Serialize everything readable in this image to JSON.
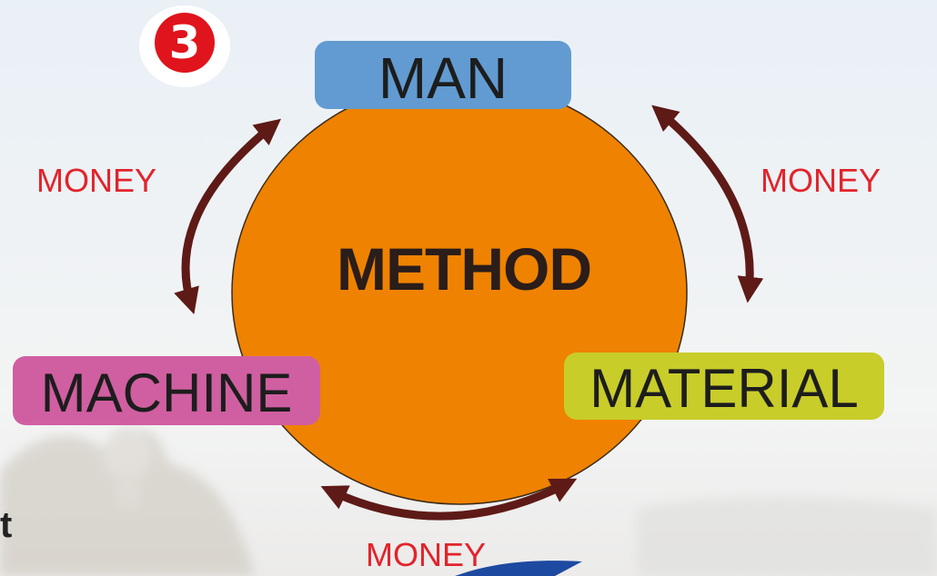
{
  "badge": {
    "number": "3"
  },
  "center": {
    "label": "METHOD"
  },
  "nodes": {
    "man": "MAN",
    "machine": "MACHINE",
    "material": "MATERIAL"
  },
  "links": {
    "left": "MONEY",
    "right": "MONEY",
    "bottom": "MONEY"
  },
  "edge_text": "t",
  "colors": {
    "center_fill": "#ef8200",
    "man_box": "#629bd1",
    "machine_box": "#d05fa1",
    "material_box": "#c8cd2a",
    "arrow": "#5e1a16",
    "money_text": "#e2242b",
    "badge": "#e0141c"
  }
}
